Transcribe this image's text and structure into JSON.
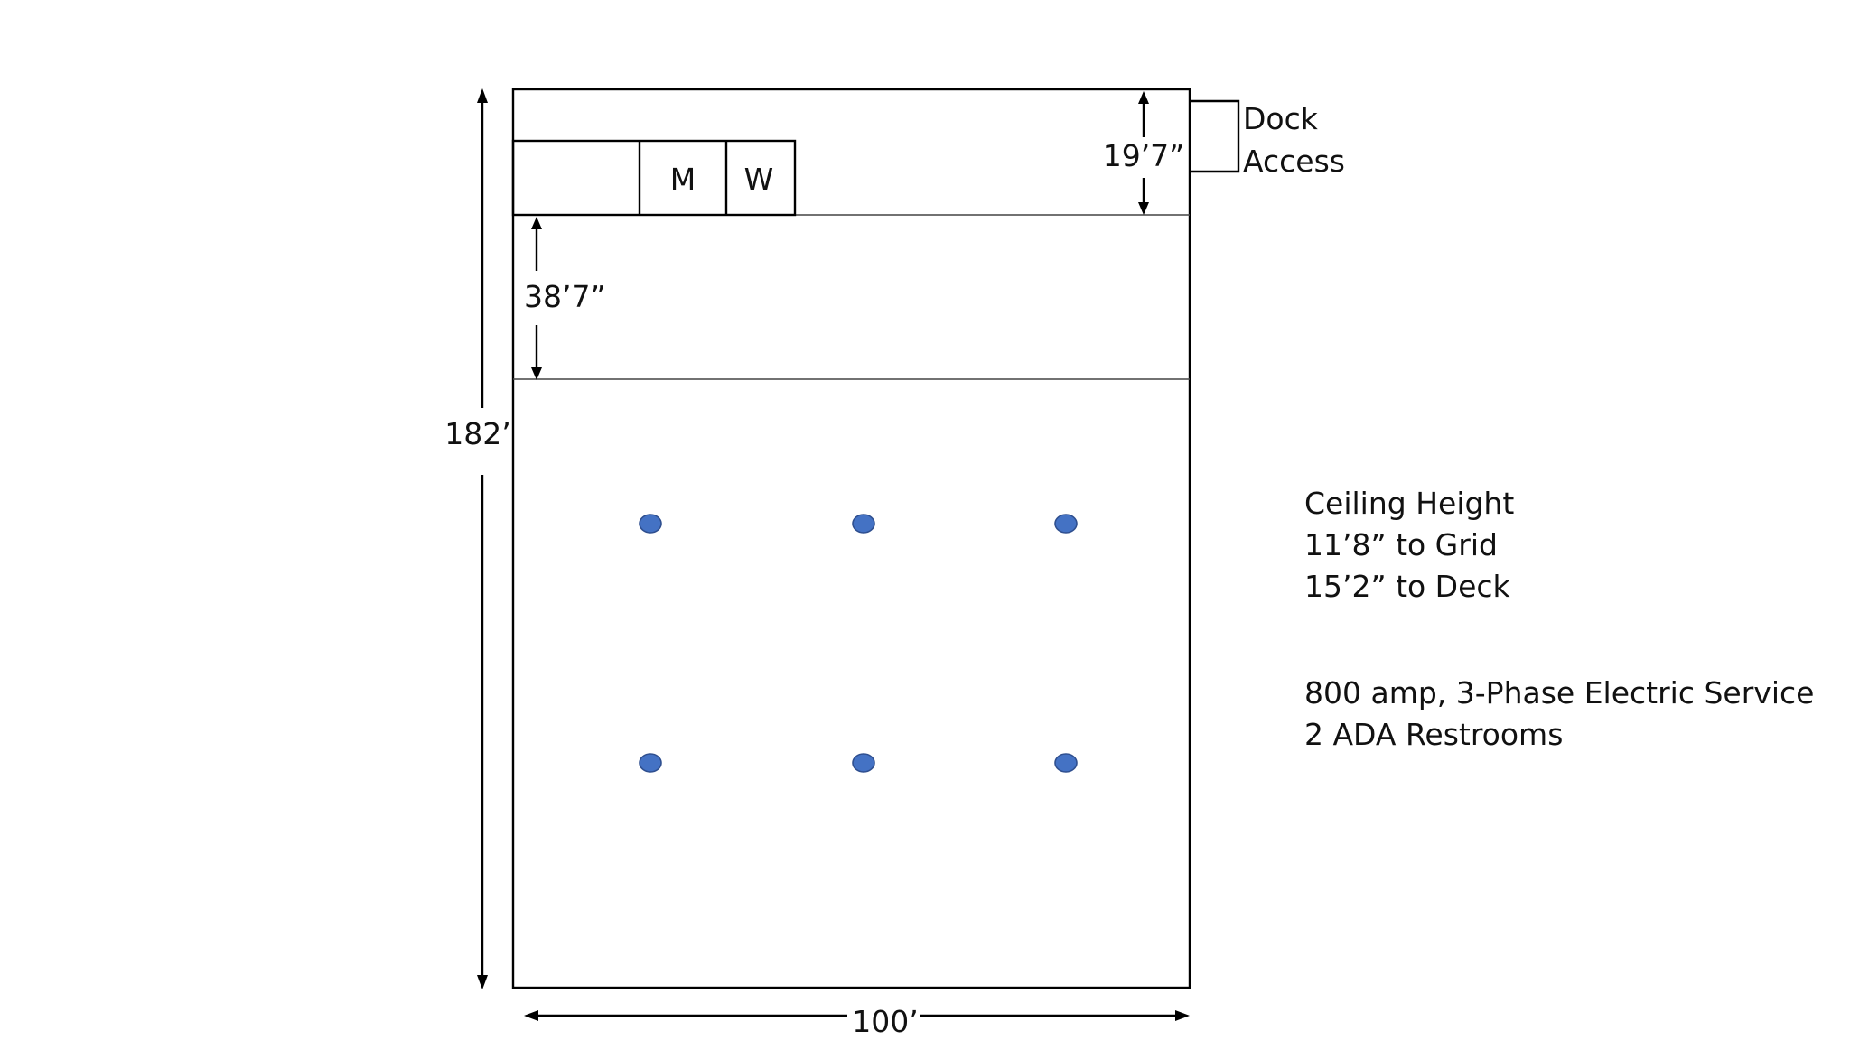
{
  "dimensions": {
    "overall_length": "182’",
    "overall_width": "100’",
    "top_zone_depth": "19’7”",
    "middle_zone_depth": "38’7”"
  },
  "restrooms": {
    "men": "M",
    "women": "W"
  },
  "dock": {
    "line1": "Dock",
    "line2": "Access"
  },
  "specs": {
    "ceiling_title": "Ceiling Height",
    "ceiling_grid": "11’8” to Grid",
    "ceiling_deck": "15’2” to Deck",
    "electric": "800 amp, 3-Phase Electric Service",
    "restrooms": "2 ADA Restrooms"
  },
  "colors": {
    "column_fill": "#4472c4",
    "column_stroke": "#2f4f8f",
    "line": "#000000"
  },
  "icons": {
    "column": "blue-filled-ellipse",
    "dimension": "double-headed-arrow"
  }
}
